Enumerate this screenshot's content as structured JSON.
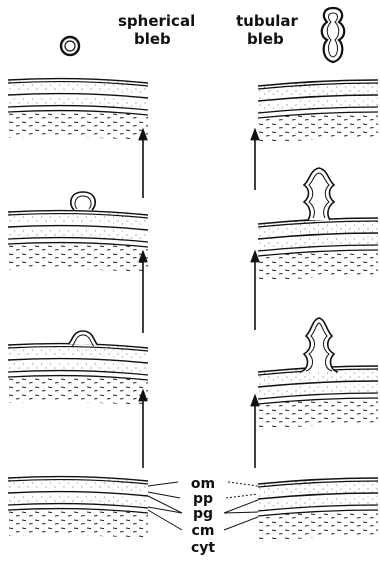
{
  "titles": {
    "spherical_line1": "spherical",
    "spherical_line2": "bleb",
    "tubular_line1": "tubular",
    "tubular_line2": "bleb"
  },
  "layer_labels": [
    "om",
    "pp",
    "pg",
    "cm",
    "cyt"
  ],
  "colors": {
    "ink": "#111111",
    "background": "#ffffff"
  }
}
